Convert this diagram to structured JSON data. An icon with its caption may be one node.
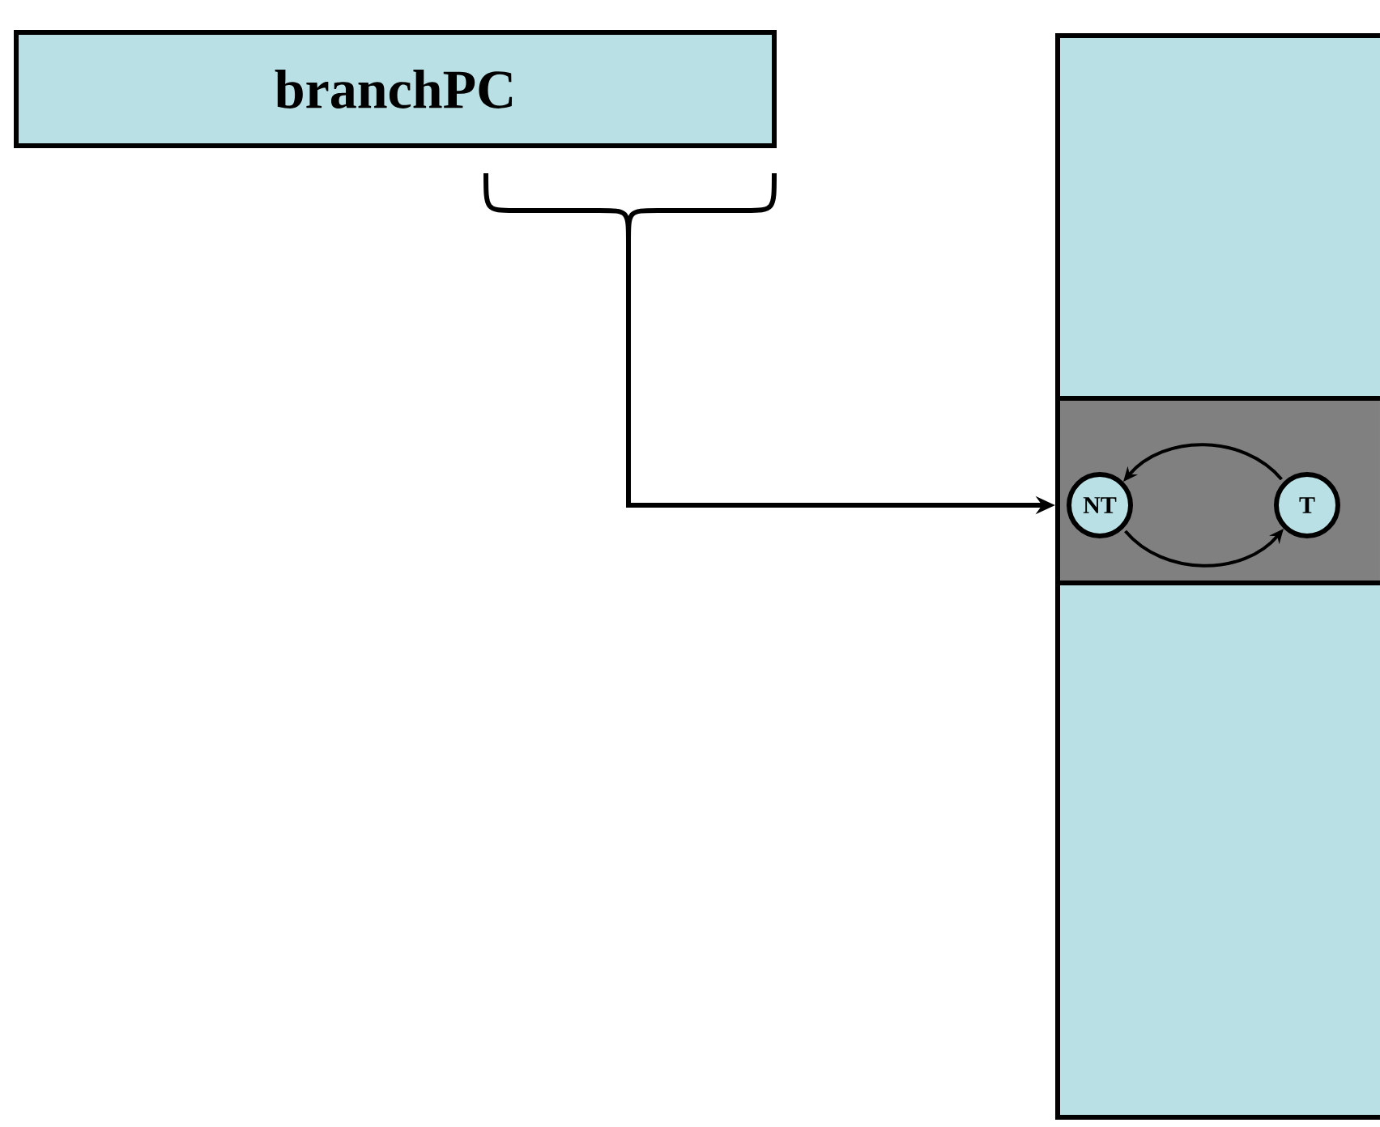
{
  "diagram": {
    "nodes": [
      {
        "text": [
          "branchPC"
        ]
      },
      {
        "text": [],
        "shape": "box"
      },
      {
        "text": [],
        "shape": "bar",
        "in": 1
      },
      {
        "text": [
          "NT"
        ],
        "in": 2
      },
      {
        "text": [
          "T"
        ],
        "in": 2
      }
    ],
    "edges": [
      {
        "from": 0,
        "to": 2,
        "arrow": "to"
      },
      {
        "from": 4,
        "to": 3,
        "arrow": "to"
      },
      {
        "from": 3,
        "to": 4,
        "arrow": "to"
      }
    ]
  }
}
